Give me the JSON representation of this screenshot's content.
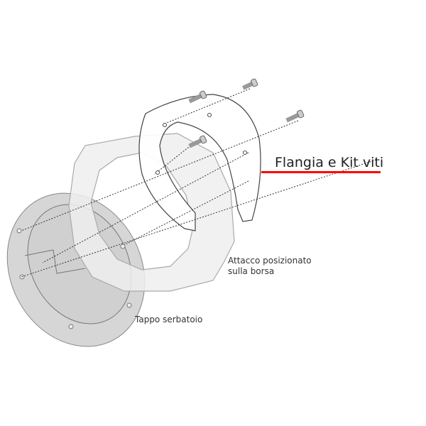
{
  "labels": {
    "flange": "Flangia e Kit viti",
    "attachment_line1": "Attacco posizionato",
    "attachment_line2": "sulla borsa",
    "tank_cap": "Tappo serbatoio"
  },
  "colors": {
    "accent_underline": "#ff0000",
    "cap_fill": "#d9d9d9",
    "ring_fill": "#eeeeee",
    "outline": "#555555"
  }
}
